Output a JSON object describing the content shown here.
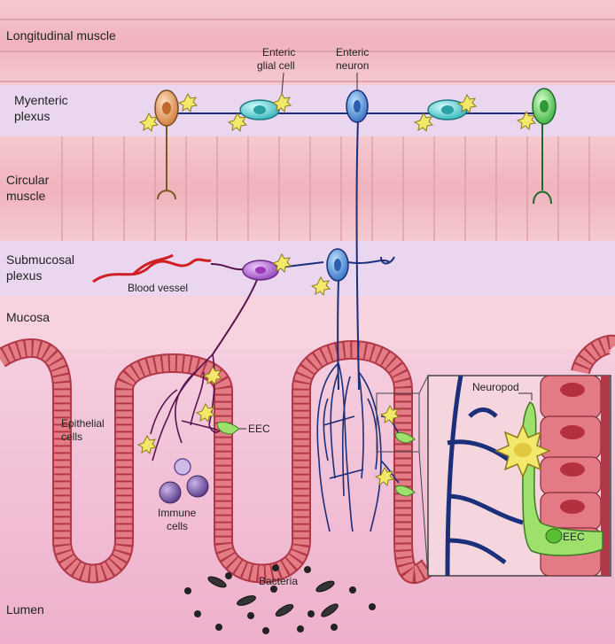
{
  "layers": {
    "longitudinal": "Longitudinal muscle",
    "myenteric_line1": "Myenteric",
    "myenteric_line2": "plexus",
    "circular_line1": "Circular",
    "circular_line2": "muscle",
    "submucosal_line1": "Submucosal",
    "submucosal_line2": "plexus",
    "mucosa": "Mucosa",
    "lumen": "Lumen"
  },
  "labels": {
    "glial_line1": "Enteric",
    "glial_line2": "glial cell",
    "neuron_line1": "Enteric",
    "neuron_line2": "neuron",
    "blood_vessel": "Blood vessel",
    "epithelial_line1": "Epithelial",
    "epithelial_line2": "cells",
    "eec": "EEC",
    "immune_line1": "Immune",
    "immune_line2": "cells",
    "bacteria": "Bacteria",
    "neuropod": "Neuropod",
    "inset_eec": "EEC"
  },
  "colors": {
    "muscle": "#f1b9c2",
    "plexus_band": "#e9d5ee",
    "epithelium": "#d8616d",
    "lumen": "#f0b3cf",
    "nerve_blue": "#1c2f7a",
    "nerve_purple": "#5a1450",
    "glial_yellow": "#f3e86a",
    "eec_green": "#9ee06c",
    "enteric_neuron": "#4f8fd6",
    "glial_cyan": "#5fd3d6",
    "orange_neuron": "#e69a5c",
    "green_neuron": "#5ccd5c",
    "submucosal_glial": "#b35fcf",
    "blood_vessel": "#cf1f24"
  }
}
